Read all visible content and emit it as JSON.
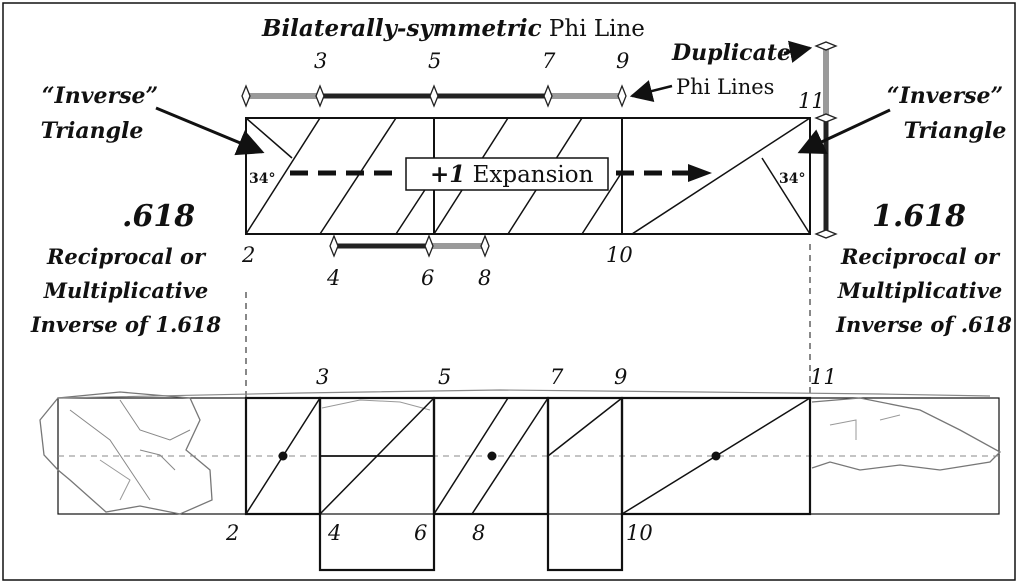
{
  "title": {
    "italic_part": "Bilaterally-symmetric",
    "plain_part": "Phi Line"
  },
  "duplicate": {
    "italic_part": "Duplicate",
    "plain_part": "Phi Lines"
  },
  "inverse_triangle_left": {
    "line1": "“Inverse”",
    "line2": "Triangle",
    "angle": "34°"
  },
  "inverse_triangle_right": {
    "line1": "“Inverse”",
    "line2": "Triangle",
    "angle": "34°"
  },
  "expansion_label": {
    "italic_part": "+1",
    "plain_part": "Expansion"
  },
  "left_value": {
    "number": ".618",
    "line1": "Reciprocal or",
    "line2": "Multiplicative",
    "line3": "Inverse of 1.618"
  },
  "right_value": {
    "number": "1.618",
    "line1": "Reciprocal or",
    "line2": "Multiplicative",
    "line3": "Inverse of .618"
  },
  "top_numbers": {
    "n3": "3",
    "n5": "5",
    "n7": "7",
    "n9": "9",
    "n11": "11",
    "n2": "2",
    "n10": "10",
    "n4": "4",
    "n6": "6",
    "n8": "8"
  },
  "bottom_numbers": {
    "n3": "3",
    "n5": "5",
    "n7": "7",
    "n9": "9",
    "n11": "11",
    "n2": "2",
    "n4": "4",
    "n6": "6",
    "n8": "8",
    "n10": "10"
  },
  "colors": {
    "ink": "#111111",
    "gray_line": "#9a9a9a",
    "dark_line": "#222222",
    "sketch": "#777777"
  }
}
